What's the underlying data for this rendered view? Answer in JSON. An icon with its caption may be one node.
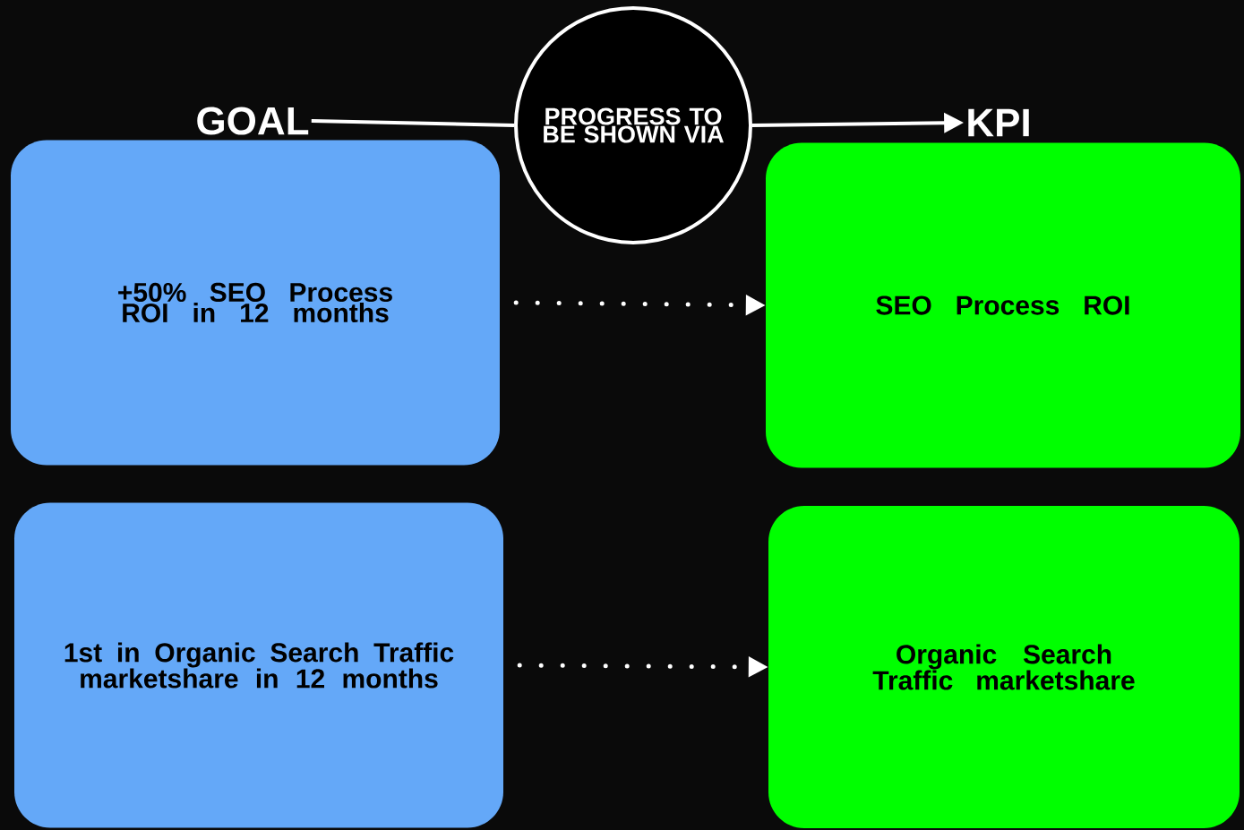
{
  "diagram": {
    "nodes": [
      {
        "text": [
          "GOAL"
        ]
      },
      {
        "text": [
          "PROGRESS TO BE SHOWN VIA"
        ]
      },
      {
        "text": [
          "KPI"
        ]
      },
      {
        "text": [
          "+50% SEO Process ROI in 12 months"
        ]
      },
      {
        "text": [
          "1st in Organic Search Traffic marketshare in 12 months"
        ]
      },
      {
        "text": [
          "SEO Process ROI"
        ]
      },
      {
        "text": [
          "Organic Search Traffic marketshare"
        ]
      }
    ],
    "edges": [
      {
        "from": 0,
        "to": 1,
        "arrow": "none"
      },
      {
        "from": 1,
        "to": 2,
        "arrow": "to"
      },
      {
        "from": 3,
        "to": 5,
        "arrow": "to",
        "style": "dashed"
      },
      {
        "from": 4,
        "to": 6,
        "arrow": "to",
        "style": "dashed"
      }
    ]
  }
}
